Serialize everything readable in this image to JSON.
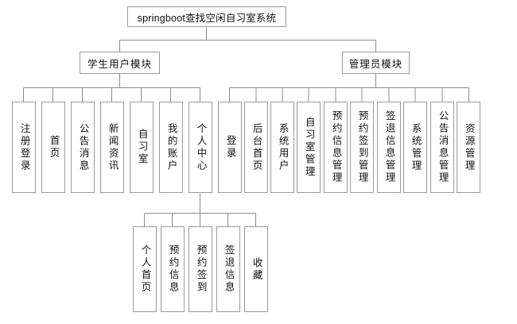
{
  "diagram": {
    "title": "springboot查找空闲自习室系统",
    "type": "function-structure-tree",
    "orientation": "top-down",
    "colors": {
      "box_border": "#9a9a9a",
      "connector": "#8c8c8c",
      "background": "#ffffff",
      "text": "#111111"
    },
    "root": {
      "label": "springboot查找空闲自习室系统"
    },
    "modules": [
      {
        "label": "学生用户模块"
      },
      {
        "label": "管理员模块"
      }
    ],
    "student_leaves": [
      {
        "label": "注册登录"
      },
      {
        "label": "首页"
      },
      {
        "label": "公告消息"
      },
      {
        "label": "新闻资讯"
      },
      {
        "label": "自习室"
      },
      {
        "label": "我的账户"
      },
      {
        "label": "个人中心"
      }
    ],
    "admin_leaves": [
      {
        "label": "登录"
      },
      {
        "label": "后台首页"
      },
      {
        "label": "系统用户"
      },
      {
        "label": "自习室管理"
      },
      {
        "label": "预约信息管理"
      },
      {
        "label": "预约签到管理"
      },
      {
        "label": "签退信息管理"
      },
      {
        "label": "系统管理"
      },
      {
        "label": "公告消息管理"
      },
      {
        "label": "资源管理"
      }
    ],
    "personal_center_leaves": [
      {
        "label": "个人首页"
      },
      {
        "label": "预约信息"
      },
      {
        "label": "预约签到"
      },
      {
        "label": "签退信息"
      },
      {
        "label": "收藏"
      }
    ]
  }
}
